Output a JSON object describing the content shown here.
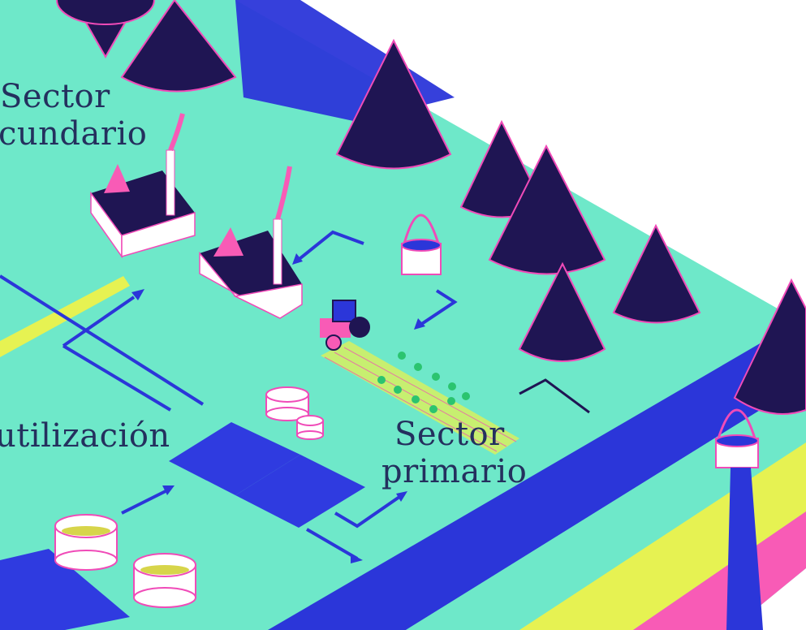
{
  "labels": {
    "secondary_sector": [
      "Sector",
      "cundario"
    ],
    "utilization": "utilización",
    "primary_sector": [
      "Sector",
      "primario"
    ]
  },
  "colors": {
    "ground": "#6ee8c9",
    "river": "#2b36d9",
    "tree_fill": "#1f1553",
    "tree_stroke": "#f04bb8",
    "yellow": "#e6f252",
    "pink": "#f85bb6",
    "text": "#24305e"
  }
}
